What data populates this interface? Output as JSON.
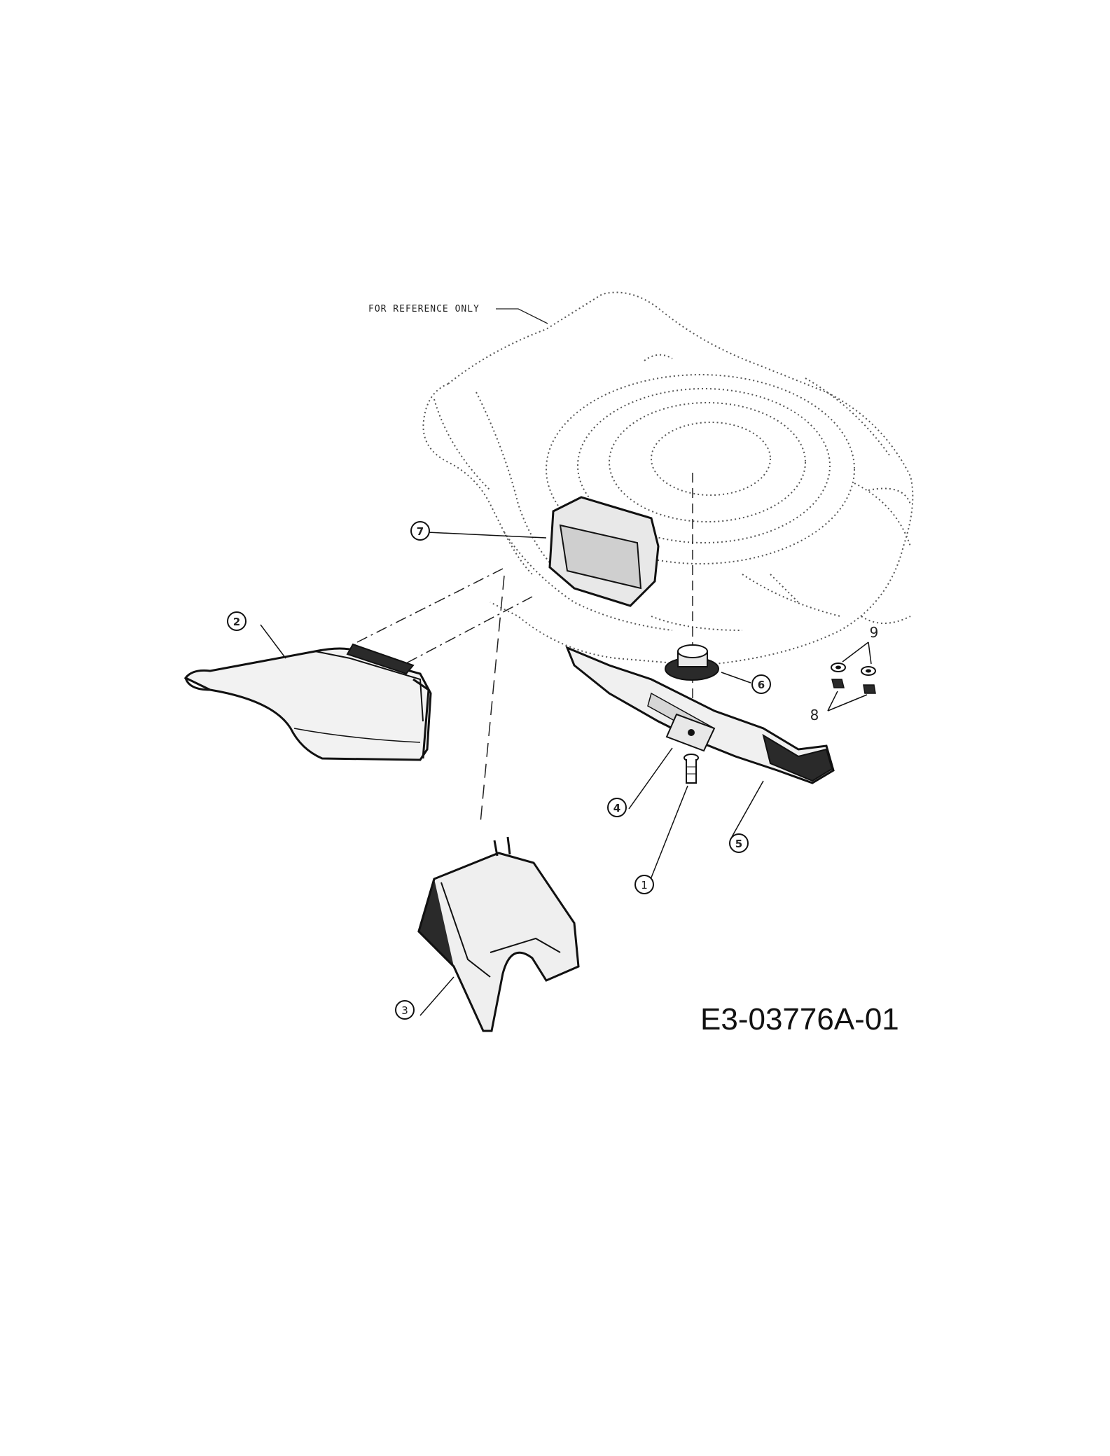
{
  "reference_note": "FOR REFERENCE ONLY",
  "drawing_code": "E3-03776A-01",
  "callouts": [
    {
      "id": "1",
      "text": "1"
    },
    {
      "id": "2",
      "text": "2"
    },
    {
      "id": "3",
      "text": "3"
    },
    {
      "id": "4",
      "text": "4"
    },
    {
      "id": "5",
      "text": "5"
    },
    {
      "id": "6",
      "text": "6"
    },
    {
      "id": "7",
      "text": "7"
    },
    {
      "id": "8",
      "text": "8"
    },
    {
      "id": "9",
      "text": "9"
    }
  ],
  "colors": {
    "line": "#111111",
    "dotted": "#555555",
    "fill_dark": "#2a2a2a",
    "fill_light": "#e8e8e8"
  }
}
